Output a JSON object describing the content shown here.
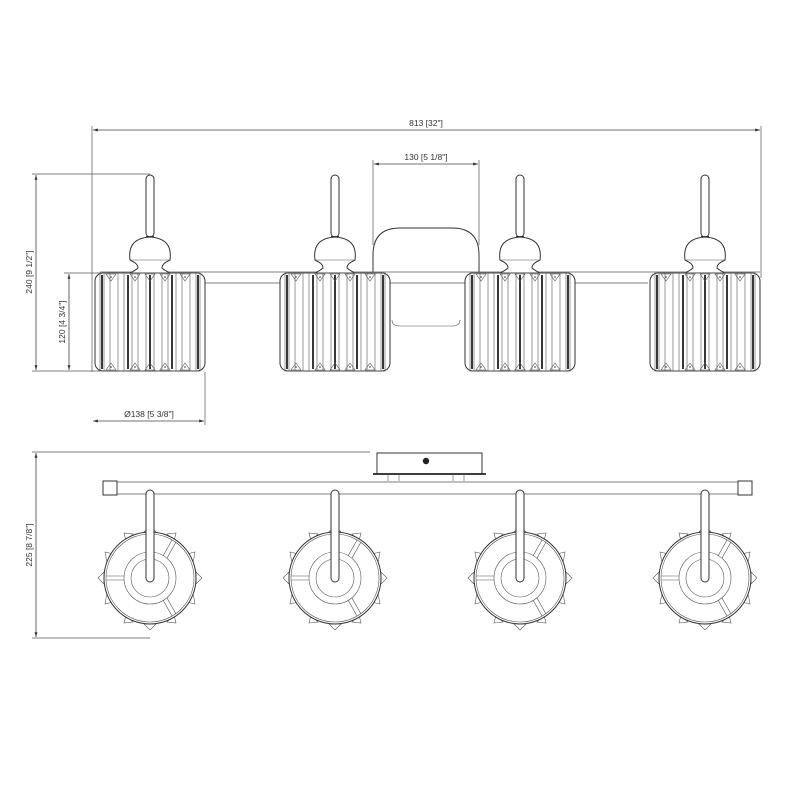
{
  "drawing": {
    "title": "4-light vanity fixture dimension drawing",
    "views": [
      "front-elevation",
      "top-plan"
    ],
    "line_color": "#333333",
    "background": "#ffffff"
  },
  "dimensions": {
    "overall_width": "813 [32\"]",
    "backplate_width": "130 [5 1/8\"]",
    "overall_height": "240 [9 1/2\"]",
    "shade_height": "120 [4 3/4\"]",
    "shade_diameter": "Ø138 [5 3/8\"]",
    "extension_depth": "225 [8 7/8\"]"
  },
  "fixture": {
    "light_count": 4,
    "shade_style": "prismatic crystal cylinder",
    "shade_centers_x": [
      150,
      335,
      520,
      705
    ]
  }
}
